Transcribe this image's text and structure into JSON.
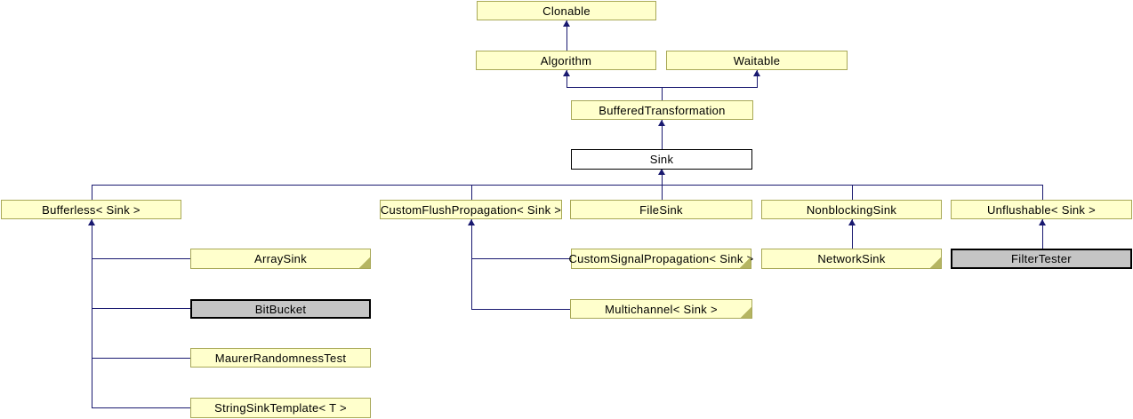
{
  "diagram": {
    "type": "class-inheritance-diagram",
    "colors": {
      "documented_node_fill": "#FFFFCC",
      "documented_node_border": "#A8A857",
      "undocumented_node_fill": "#C5C5C5",
      "current_node_fill": "#FFFFFF",
      "black_border": "#000000",
      "edge": "#191970"
    },
    "nodes": {
      "clonable": {
        "label": "Clonable",
        "style": "documented"
      },
      "algorithm": {
        "label": "Algorithm",
        "style": "documented"
      },
      "waitable": {
        "label": "Waitable",
        "style": "documented"
      },
      "bufferedtransformation": {
        "label": "BufferedTransformation",
        "style": "documented"
      },
      "sink": {
        "label": "Sink",
        "style": "current"
      },
      "bufferless": {
        "label": "Bufferless< Sink >",
        "style": "documented"
      },
      "customflushpropagation": {
        "label": "CustomFlushPropagation< Sink >",
        "style": "documented"
      },
      "filesink": {
        "label": "FileSink",
        "style": "documented"
      },
      "nonblockingsink": {
        "label": "NonblockingSink",
        "style": "documented"
      },
      "unflushable": {
        "label": "Unflushable< Sink >",
        "style": "documented"
      },
      "arraysink": {
        "label": "ArraySink",
        "style": "documented",
        "folded_corner": true
      },
      "customsignalpropagation": {
        "label": "CustomSignalPropagation< Sink >",
        "style": "documented",
        "folded_corner": true
      },
      "networksink": {
        "label": "NetworkSink",
        "style": "documented",
        "folded_corner": true
      },
      "filtertester": {
        "label": "FilterTester",
        "style": "undocumented"
      },
      "bitbucket": {
        "label": "BitBucket",
        "style": "undocumented"
      },
      "multichannel": {
        "label": "Multichannel< Sink >",
        "style": "documented",
        "folded_corner": true
      },
      "maurerrandomnesstest": {
        "label": "MaurerRandomnessTest",
        "style": "documented"
      },
      "stringsinktemplate": {
        "label": "StringSinkTemplate< T >",
        "style": "documented"
      }
    },
    "relations": [
      {
        "derived": "Algorithm",
        "base": "Clonable"
      },
      {
        "derived": "BufferedTransformation",
        "base": "Algorithm"
      },
      {
        "derived": "BufferedTransformation",
        "base": "Waitable"
      },
      {
        "derived": "Sink",
        "base": "BufferedTransformation"
      },
      {
        "derived": "Bufferless< Sink >",
        "base": "Sink"
      },
      {
        "derived": "CustomFlushPropagation< Sink >",
        "base": "Sink"
      },
      {
        "derived": "FileSink",
        "base": "Sink"
      },
      {
        "derived": "NonblockingSink",
        "base": "Sink"
      },
      {
        "derived": "Unflushable< Sink >",
        "base": "Sink"
      },
      {
        "derived": "ArraySink",
        "base": "Bufferless< Sink >"
      },
      {
        "derived": "BitBucket",
        "base": "Bufferless< Sink >"
      },
      {
        "derived": "MaurerRandomnessTest",
        "base": "Bufferless< Sink >"
      },
      {
        "derived": "StringSinkTemplate< T >",
        "base": "Bufferless< Sink >"
      },
      {
        "derived": "CustomSignalPropagation< Sink >",
        "base": "CustomFlushPropagation< Sink >"
      },
      {
        "derived": "Multichannel< Sink >",
        "base": "CustomFlushPropagation< Sink >"
      },
      {
        "derived": "NetworkSink",
        "base": "NonblockingSink"
      },
      {
        "derived": "FilterTester",
        "base": "Unflushable< Sink >"
      }
    ]
  }
}
